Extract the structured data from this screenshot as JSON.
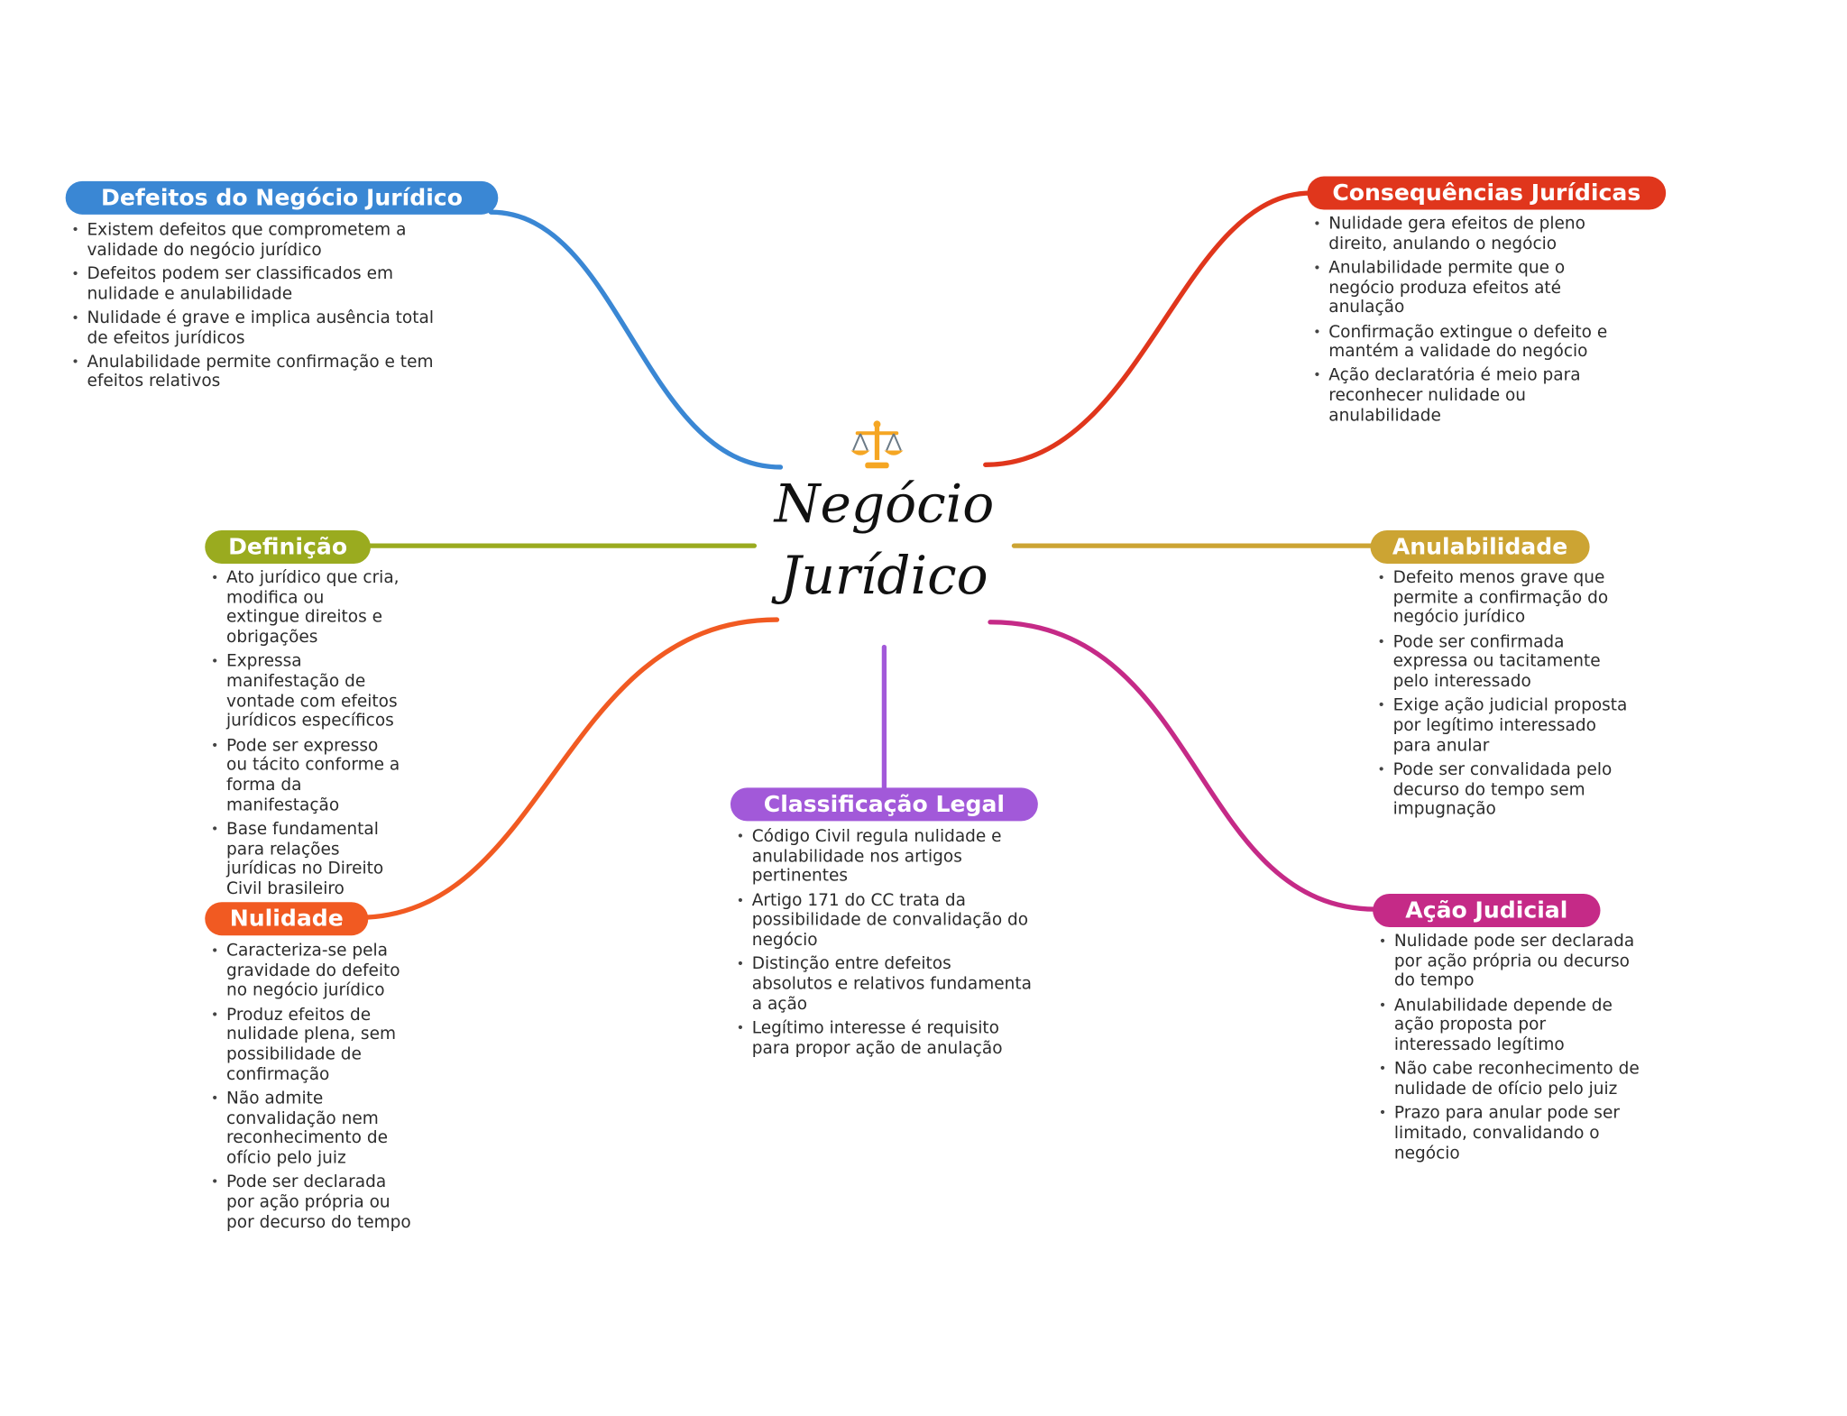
{
  "center": {
    "title_line1": "Negócio",
    "title_line2": "Jurídico",
    "icon": "balance-scale-icon"
  },
  "branches": {
    "defeitos": {
      "title": "Defeitos do Negócio Jurídico",
      "color": "#3a87d4",
      "items": [
        "Existem defeitos que comprometem a validade do negócio jurídico",
        "Defeitos podem ser classificados em nulidade e anulabilidade",
        "Nulidade é grave e implica ausência total de efeitos jurídicos",
        "Anulabilidade permite confirmação e tem efeitos relativos"
      ]
    },
    "consequencias": {
      "title": "Consequências Jurídicas",
      "color": "#e0361c",
      "items": [
        "Nulidade gera efeitos de pleno direito, anulando o negócio",
        "Anulabilidade permite que o negócio produza efeitos até anulação",
        "Confirmação extingue o defeito e mantém a validade do negócio",
        "Ação declaratória é meio para reconhecer nulidade ou anulabilidade"
      ]
    },
    "definicao": {
      "title": "Definição",
      "color": "#9aab1f",
      "items": [
        "Ato jurídico que cria, modifica ou extingue direitos e obrigações",
        "Expressa manifestação de vontade com efeitos jurídicos específicos",
        "Pode ser expresso ou tácito conforme a forma da manifestação",
        "Base fundamental para relações jurídicas no Direito Civil brasileiro"
      ]
    },
    "anulabilidade": {
      "title": "Anulabilidade",
      "color": "#cca433",
      "items": [
        "Defeito menos grave que permite a confirmação do negócio jurídico",
        "Pode ser confirmada expressa ou tacitamente pelo interessado",
        "Exige ação judicial proposta por legítimo interessado para anular",
        "Pode ser convalidada pelo decurso do tempo sem impugnação"
      ]
    },
    "classificacao": {
      "title": "Classificação Legal",
      "color": "#a259d9",
      "items": [
        "Código Civil regula nulidade e anulabilidade nos artigos pertinentes",
        "Artigo 171 do CC trata da possibilidade de convalidação do negócio",
        "Distinção entre defeitos absolutos e relativos fundamenta a ação",
        "Legítimo interesse é requisito para propor ação de anulação"
      ]
    },
    "nulidade": {
      "title": "Nulidade",
      "color": "#f15a22",
      "items": [
        "Caracteriza-se pela gravidade do defeito no negócio jurídico",
        "Produz efeitos de nulidade plena, sem possibilidade de confirmação",
        "Não admite convalidação nem reconhecimento de ofício pelo juiz",
        "Pode ser declarada por ação própria ou por decurso do tempo"
      ]
    },
    "acao": {
      "title": "Ação Judicial",
      "color": "#c52a87",
      "items": [
        "Nulidade pode ser declarada por ação própria ou decurso do tempo",
        "Anulabilidade depende de ação proposta por interessado legítimo",
        "Não cabe reconhecimento de nulidade de ofício pelo juiz",
        "Prazo para anular pode ser limitado, convalidando o negócio"
      ]
    }
  }
}
